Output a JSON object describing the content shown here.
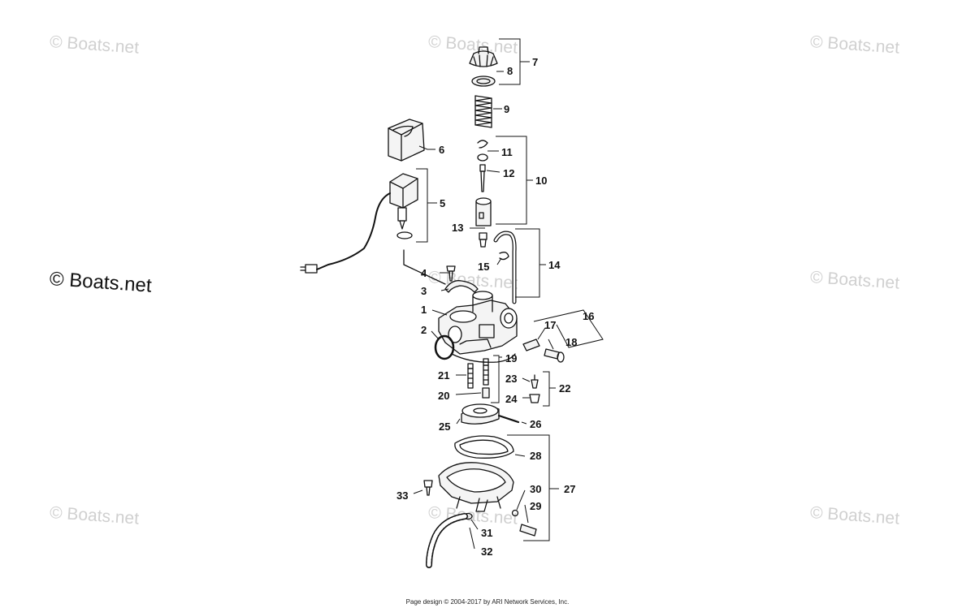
{
  "watermarks": {
    "faint_text": "© Boats.net",
    "main_text": "© Boats.net"
  },
  "callouts": [
    "1",
    "2",
    "3",
    "4",
    "5",
    "6",
    "7",
    "8",
    "9",
    "10",
    "11",
    "12",
    "13",
    "14",
    "15",
    "16",
    "17",
    "18",
    "19",
    "20",
    "21",
    "22",
    "23",
    "24",
    "25",
    "26",
    "27",
    "28",
    "29",
    "30",
    "31",
    "32",
    "33"
  ],
  "footer": {
    "text": "Page design © 2004-2017 by ARI Network Services, Inc."
  },
  "colors": {
    "ink": "#111111",
    "watermark": "#d0d0d0",
    "background": "#ffffff"
  }
}
